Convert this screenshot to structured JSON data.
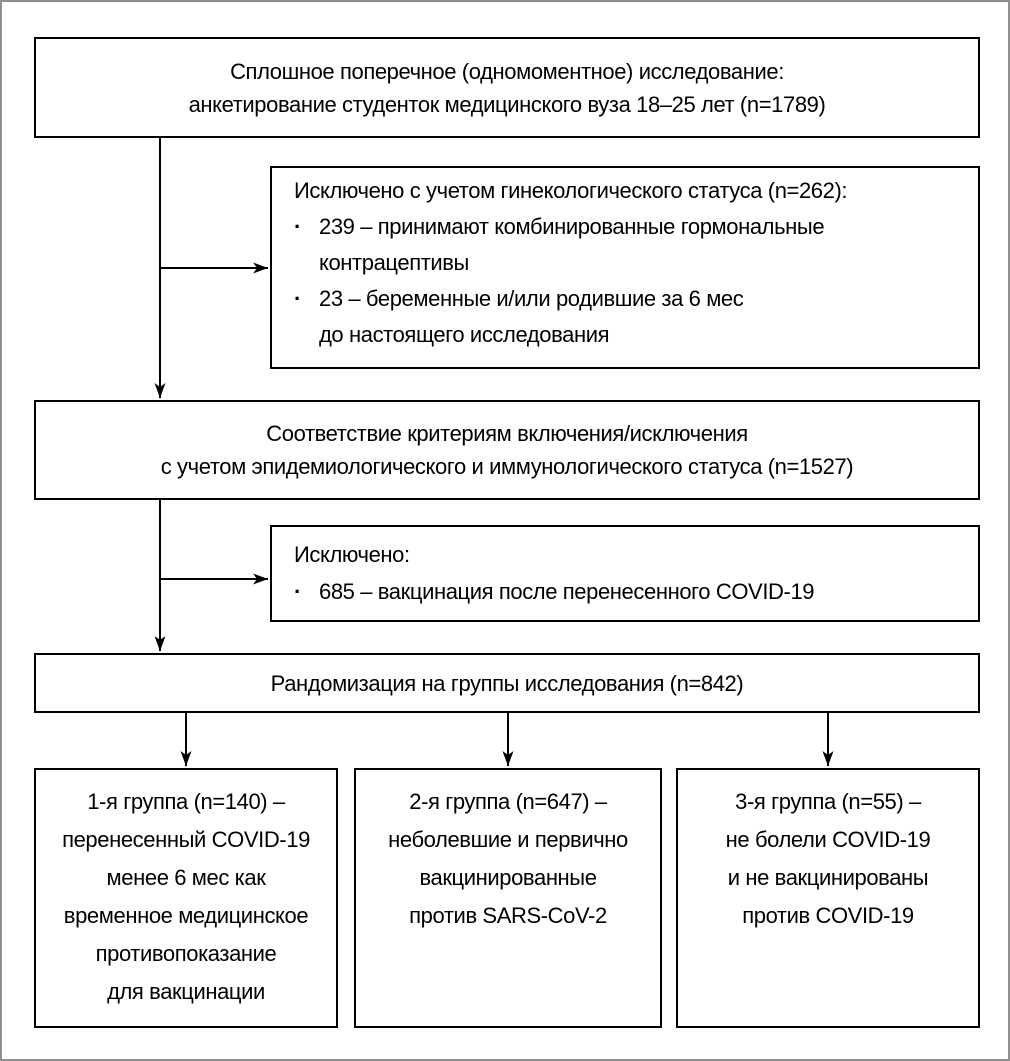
{
  "flowchart": {
    "box_screening": {
      "lines": [
        "Сплошное поперечное (одномоментное) исследование:",
        "анкетирование студенток медицинского вуза 18–25 лет (n=1789)"
      ]
    },
    "box_excluded_gyn": {
      "header": "Исключено с учетом гинекологического статуса (n=262):",
      "bullet_char": "·",
      "items": [
        {
          "lines": [
            "239 – принимают комбинированные гормональные",
            "контрацептивы"
          ]
        },
        {
          "lines": [
            "23 – беременные и/или родившие за 6 мес",
            "до настоящего исследования"
          ]
        }
      ]
    },
    "box_criteria": {
      "lines": [
        "Соответствие критериям включения/исключения",
        "с учетом эпидемиологического и иммунологического статуса (n=1527)"
      ]
    },
    "box_excluded_vacc": {
      "header": "Исключено:",
      "bullet_char": "·",
      "items": [
        {
          "lines": [
            "685 – вакцинация после перенесенного COVID-19"
          ]
        }
      ]
    },
    "box_randomization": {
      "lines": [
        "Рандомизация на группы исследования (n=842)"
      ]
    },
    "box_group1": {
      "lines": [
        "1-я группа (n=140) –",
        "перенесенный COVID-19",
        "менее 6 мес как",
        "временное медицинское",
        "противопоказание",
        "для вакцинации"
      ]
    },
    "box_group2": {
      "lines": [
        "2-я группа (n=647) –",
        "неболевшие и первично",
        "вакцинированные",
        "против SARS-CoV-2"
      ]
    },
    "box_group3": {
      "lines": [
        "3-я группа (n=55) –",
        "не болели COVID-19",
        "и не вакцинированы",
        "против COVID-19"
      ]
    },
    "colors": {
      "line": "#000000",
      "frame": "#8f8f8f",
      "background": "#ffffff"
    }
  }
}
